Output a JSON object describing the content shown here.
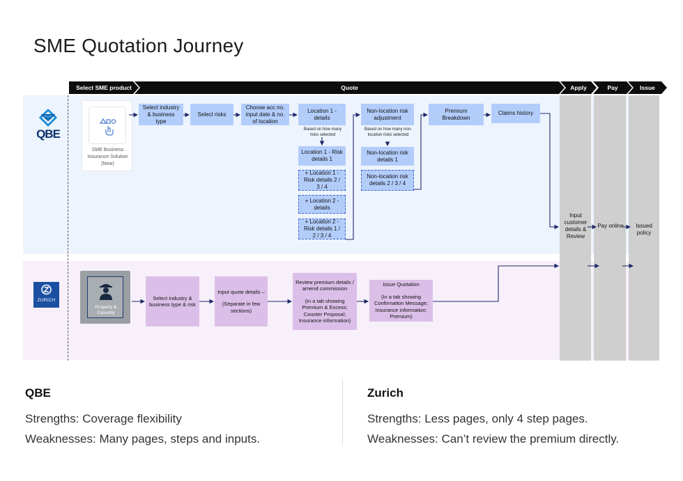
{
  "title": "SME Quotation Journey",
  "phases": {
    "select": "Select SME product",
    "quote": "Quote",
    "apply": "Apply",
    "pay": "Pay",
    "issue": "Issue"
  },
  "qbe": {
    "logo_text": "QBE",
    "product_card": "SME Business Insurance Solution (New)",
    "steps": {
      "select_industry": "Select industry & business type",
      "select_risks": "Select risks",
      "choose_acc": "Choose acc no. input date & no. of location",
      "location1_details": "Location 1 - details",
      "location1_risk1": "Location 1 - Risk details 1",
      "location1_risk234": "+ Location 1 - Risk details 2 / 3 / 4",
      "location2_details": "+ Location 2 - details",
      "location2_risk": "+ Location 2 - Risk details 1 / 2 / 3 / 4",
      "nonloc_adjust": "Non-location risk adjustment",
      "nonloc_details1": "Non-location risk details 1",
      "nonloc_details234": "Non-location risk details 2 / 3 / 4",
      "premium_breakdown": "Premium Breakdown",
      "claims_history": "Claims history"
    },
    "notes": {
      "risks_selected": "Based on how many risks selected",
      "nonloc_risks_selected": "Based on how many non-location risks selected"
    }
  },
  "zurich": {
    "logo_text": "ZURICH",
    "product_card": "Property & Casualty",
    "steps": {
      "select_industry": "Select industry & business type & risk",
      "input_quote": "Input quote details –",
      "input_quote_sub": "(Separate in few sections)",
      "review_premium": "Review premium details / amend commission",
      "review_premium_sub": "(In a tab showing Premium & Excess; Counter Proposal; Insurance information)",
      "issue_quotation": "Issue Quotation",
      "issue_quotation_sub": "(In a tab showing Confirmation Message; Insurance information; Premium)"
    }
  },
  "shared_steps": {
    "apply": "Input customer details & Review",
    "pay": "Pay online",
    "issue": "Issued policy"
  },
  "summary": {
    "qbe": {
      "heading": "QBE",
      "strengths": "Strengths: Coverage flexibility",
      "weaknesses": "Weaknesses: Many pages, steps and inputs."
    },
    "zurich": {
      "heading": "Zurich",
      "strengths": "Strengths: Less pages, only 4 step pages.",
      "weaknesses": "Weaknesses: Can’t review the premium directly."
    }
  },
  "colors": {
    "qbe_box": "#b3cdfb",
    "zurich_box": "#dcbfe8",
    "arrow": "#1f2a6b",
    "phase_bar": "#0d0d0d"
  }
}
